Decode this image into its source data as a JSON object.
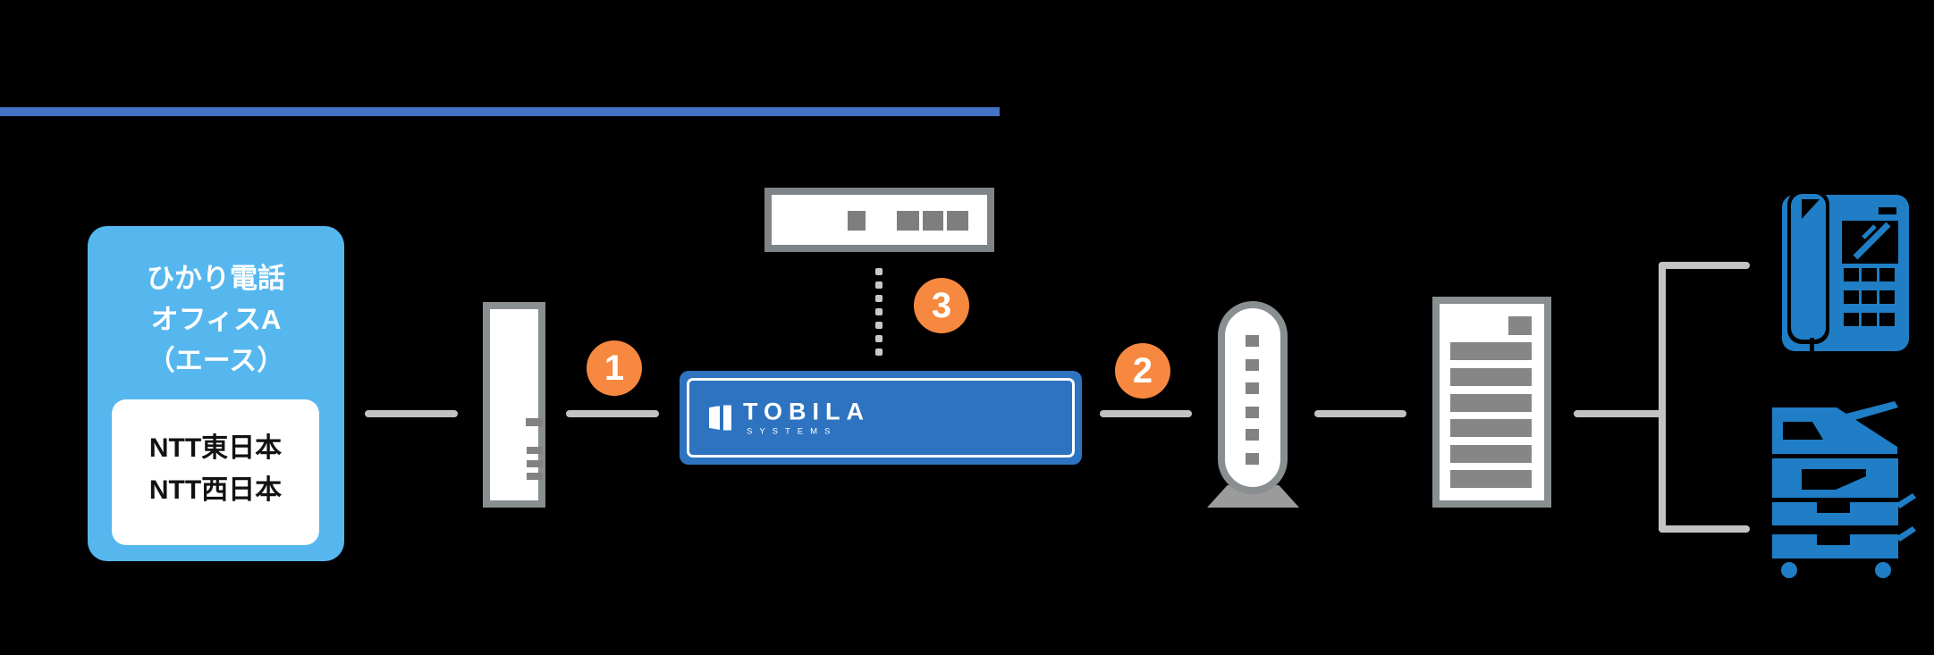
{
  "diagram": {
    "background_color": "#000000",
    "header_underline_color": "#4472C4",
    "connector_color": "#C3C3C3",
    "step_badge_color": "#F6883F",
    "device_outline_color": "#898E91",
    "endpoint_icon_color": "#1F7EC5"
  },
  "carrier_box": {
    "bg_color": "#56B7EF",
    "title_lines": [
      "ひかり電話",
      "オフィスA",
      "（エース）"
    ],
    "sub_lines": [
      "NTT東日本",
      "NTT西日本"
    ]
  },
  "steps": [
    {
      "label": "1"
    },
    {
      "label": "2"
    },
    {
      "label": "3"
    }
  ],
  "tobila": {
    "brand": "TOBILA",
    "sub_brand": "SYSTEMS",
    "box_color": "#2E73C0"
  },
  "devices": {
    "onu_left": "onu-device",
    "hub_top": "router-hub-device",
    "tobila_appliance": "tobila-appliance",
    "ont_pill": "ont-device",
    "pbx_server": "pbx-server-device",
    "phone": "business-phone",
    "mfp": "multifunction-printer"
  }
}
